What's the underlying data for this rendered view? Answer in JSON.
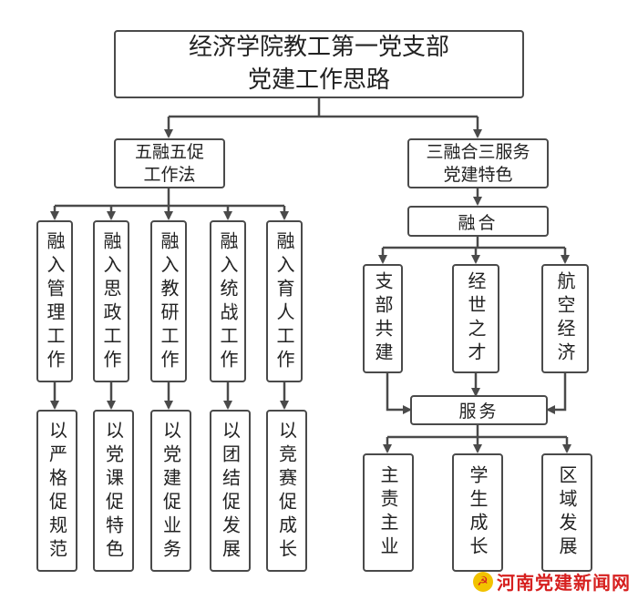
{
  "title": {
    "line1": "经济学院教工第一党支部",
    "line2": "党建工作思路"
  },
  "left_branch": {
    "line1": "五融五促",
    "line2": "工作法",
    "columns": [
      {
        "top": "融入管理工作",
        "bottom": "以严格促规范"
      },
      {
        "top": "融入思政工作",
        "bottom": "以党课促特色"
      },
      {
        "top": "融入教研工作",
        "bottom": "以党建促业务"
      },
      {
        "top": "融入统战工作",
        "bottom": "以团结促发展"
      },
      {
        "top": "融入育人工作",
        "bottom": "以竞赛促成长"
      }
    ]
  },
  "right_branch": {
    "line1": "三融合三服务",
    "line2": "党建特色",
    "fusion_label": "融合",
    "fusion_items": [
      "支部共建",
      "经世之才",
      "航空经济"
    ],
    "service_label": "服务",
    "service_items": [
      "主责主业",
      "学生成长",
      "区域发展"
    ]
  },
  "watermark": "河南党建新闻网",
  "colors": {
    "border": "#4a4a4a",
    "watermark": "#d6201f",
    "logo_mark": "#f2c200"
  }
}
